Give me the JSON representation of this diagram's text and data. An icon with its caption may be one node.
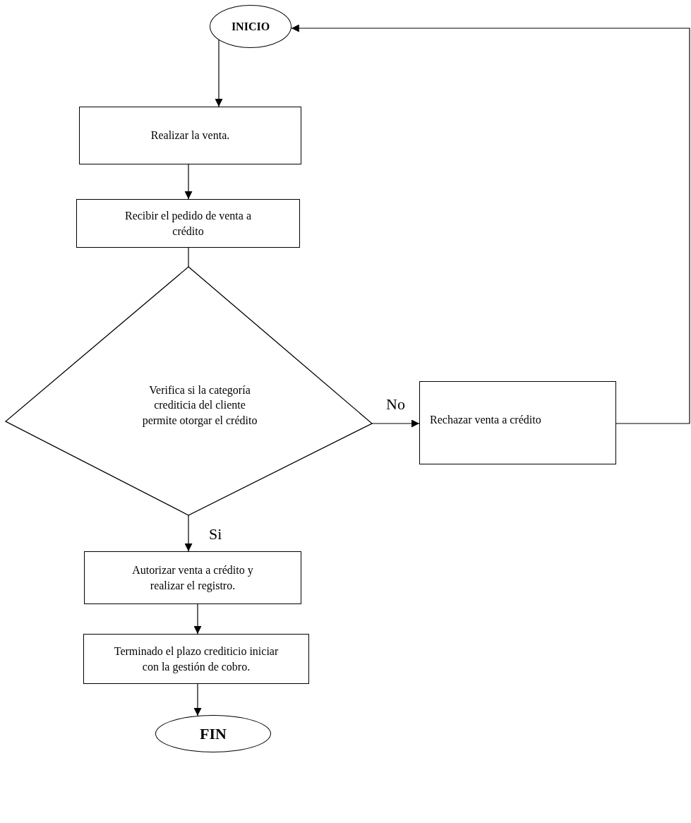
{
  "diagram": {
    "nodes": [
      {
        "text": [
          "INICIO"
        ]
      },
      {
        "text": [
          "Realizar la venta."
        ]
      },
      {
        "text": [
          "Recibir el pedido de venta a crédito"
        ]
      },
      {
        "text": [
          "Verifica si la categoría crediticia del cliente permite otorgar el crédito"
        ]
      },
      {
        "text": [
          "Rechazar venta a crédito"
        ]
      },
      {
        "text": [
          "Autorizar venta a crédito y realizar el registro."
        ]
      },
      {
        "text": [
          "Terminado el plazo crediticio iniciar con la gestión de cobro."
        ]
      },
      {
        "text": [
          "FIN"
        ]
      }
    ],
    "edges": [
      {
        "from": 0,
        "to": 1,
        "arrow": "to"
      },
      {
        "from": 1,
        "to": 2,
        "arrow": "to"
      },
      {
        "from": 2,
        "to": 3,
        "arrow": "none"
      },
      {
        "from": 3,
        "to": 4,
        "arrow": "to",
        "label": "No"
      },
      {
        "from": 3,
        "to": 5,
        "arrow": "to",
        "label": "Si"
      },
      {
        "from": 5,
        "to": 6,
        "arrow": "to"
      },
      {
        "from": 6,
        "to": 7,
        "arrow": "to"
      },
      {
        "from": 4,
        "to": 0,
        "arrow": "to"
      }
    ]
  }
}
